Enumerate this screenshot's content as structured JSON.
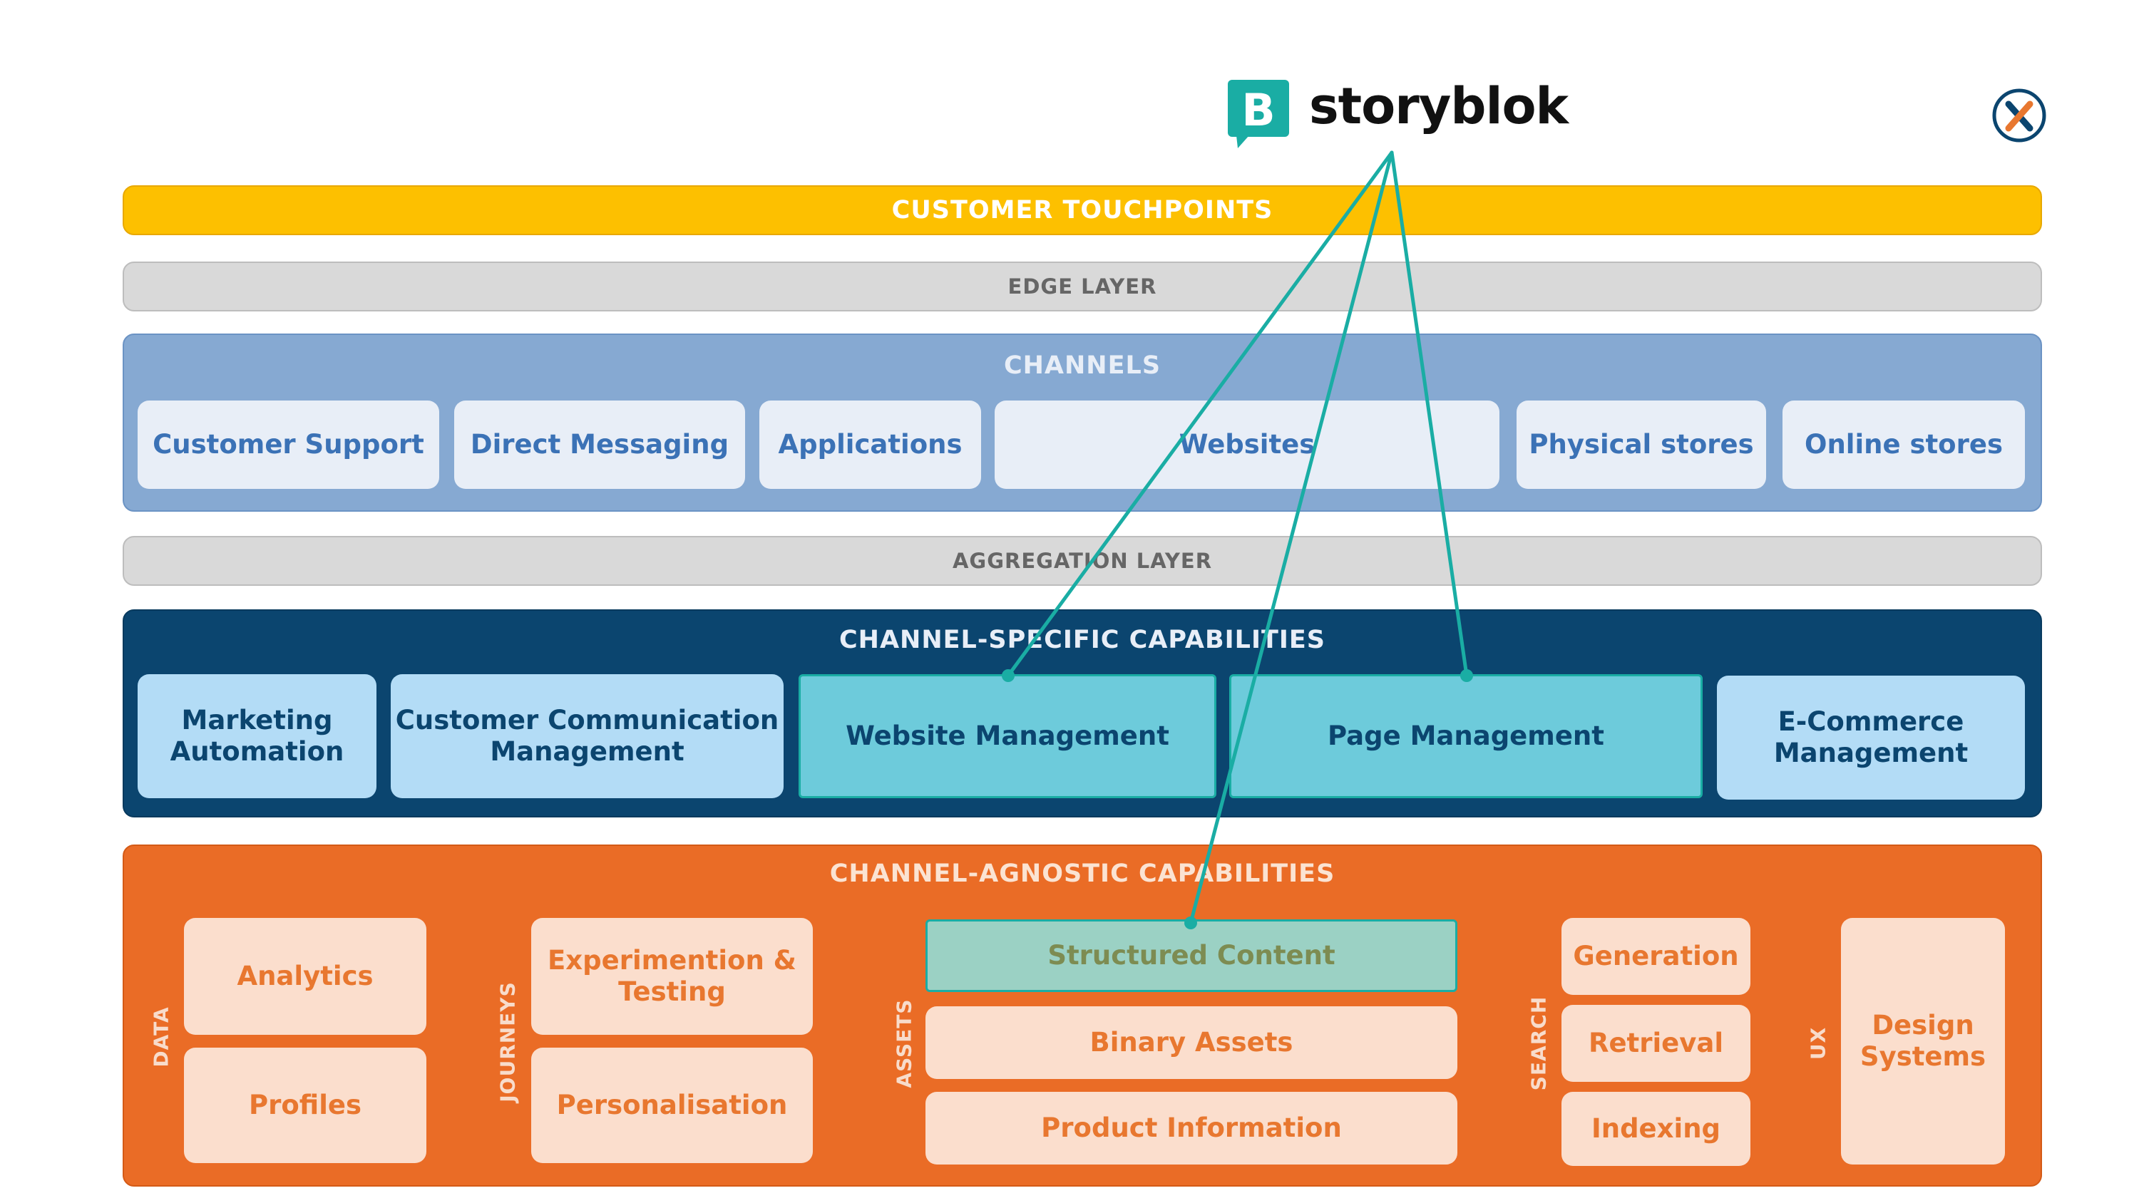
{
  "brand": {
    "name": "storyblok",
    "logo_letter": "B"
  },
  "corner_icon": "x-circle-logo-icon",
  "layers": {
    "touchpoints": "CUSTOMER TOUCHPOINTS",
    "edge": "EDGE LAYER",
    "aggregation": "AGGREGATION LAYER"
  },
  "channels": {
    "title": "CHANNELS",
    "items": [
      "Customer Support",
      "Direct Messaging",
      "Applications",
      "Websites",
      "Physical stores",
      "Online stores"
    ]
  },
  "channel_specific": {
    "title": "CHANNEL-SPECIFIC CAPABILITIES",
    "items": [
      "Marketing\nAutomation",
      "Customer Communication\nManagement",
      "Website Management",
      "Page Management",
      "E-Commerce\nManagement"
    ]
  },
  "channel_agnostic": {
    "title": "CHANNEL-AGNOSTIC CAPABILITIES",
    "groups": {
      "data": {
        "label": "DATA",
        "items": [
          "Analytics",
          "Profiles"
        ]
      },
      "journeys": {
        "label": "JOURNEYS",
        "items": [
          "Experimention &\nTesting",
          "Personalisation"
        ]
      },
      "assets": {
        "label": "ASSETS",
        "items": [
          "Structured Content",
          "Binary Assets",
          "Product Information"
        ]
      },
      "search": {
        "label": "SEARCH",
        "items": [
          "Generation",
          "Retrieval",
          "Indexing"
        ]
      },
      "ux": {
        "label": "UX",
        "items": [
          "Design\nSystems"
        ]
      }
    }
  },
  "colors": {
    "touchpoints": "#fdc000",
    "gray_layer": "#d9d9d9",
    "channels_bg": "#86a9d2",
    "channels_item": "#e8eef7",
    "channels_text": "#3b72b6",
    "specific_bg": "#0b456f",
    "specific_item": "#b3dcf6",
    "specific_text": "#0b456f",
    "highlight": "#6dcbdb",
    "agnostic_bg": "#ea6c26",
    "agnostic_item": "#fbdecd",
    "agnostic_text": "#e8772f",
    "structured_content": "#9bd1c4",
    "connector": "#1aada4"
  }
}
